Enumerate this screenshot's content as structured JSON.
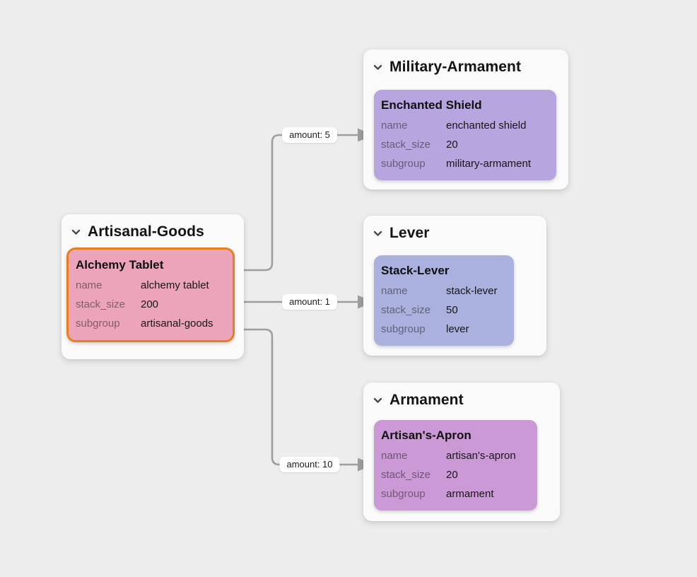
{
  "canvas": {
    "background": "#ededed"
  },
  "colors": {
    "edge": "#9e9e9e",
    "node_background": "#fafafa",
    "selection": "#e87e1e"
  },
  "nodes": [
    {
      "title": "Artisanal-Goods",
      "item": {
        "title": "Alchemy Tablet",
        "selected": true,
        "color": "#eca4bb",
        "border_color": "#e87e1e",
        "fields": [
          {
            "label": "name",
            "value": "alchemy tablet"
          },
          {
            "label": "stack_size",
            "value": "200"
          },
          {
            "label": "subgroup",
            "value": "artisanal-goods"
          }
        ]
      }
    },
    {
      "title": "Military-Armament",
      "item": {
        "title": "Enchanted Shield",
        "selected": false,
        "color": "#b6a5de",
        "fields": [
          {
            "label": "name",
            "value": "enchanted shield"
          },
          {
            "label": "stack_size",
            "value": "20"
          },
          {
            "label": "subgroup",
            "value": "military-armament"
          }
        ]
      }
    },
    {
      "title": "Lever",
      "item": {
        "title": "Stack-Lever",
        "selected": false,
        "color": "#abb1de",
        "fields": [
          {
            "label": "name",
            "value": "stack-lever"
          },
          {
            "label": "stack_size",
            "value": "50"
          },
          {
            "label": "subgroup",
            "value": "lever"
          }
        ]
      }
    },
    {
      "title": "Armament",
      "item": {
        "title": "Artisan's-Apron",
        "selected": false,
        "color": "#cb99d6",
        "fields": [
          {
            "label": "name",
            "value": "artisan's-apron"
          },
          {
            "label": "stack_size",
            "value": "20"
          },
          {
            "label": "subgroup",
            "value": "armament"
          }
        ]
      }
    }
  ],
  "edges": [
    {
      "label": "amount: 5",
      "from": "Alchemy Tablet",
      "to": "Enchanted Shield"
    },
    {
      "label": "amount: 1",
      "from": "Alchemy Tablet",
      "to": "Stack-Lever"
    },
    {
      "label": "amount: 10",
      "from": "Alchemy Tablet",
      "to": "Artisan's-Apron"
    }
  ]
}
